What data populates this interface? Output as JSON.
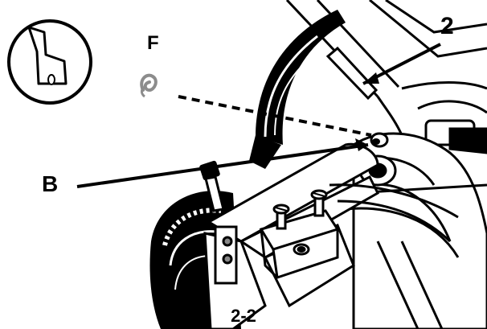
{
  "labels": {
    "part_2": "2",
    "part_f": "F",
    "part_b": "B",
    "caption": "2-2"
  },
  "icons": {
    "tool_inset": "wrench-slot-icon",
    "loose_part": "spring-clip-icon"
  },
  "colors": {
    "ink": "#000000",
    "paper": "#ffffff",
    "clip_grey": "#8c8c8c"
  }
}
